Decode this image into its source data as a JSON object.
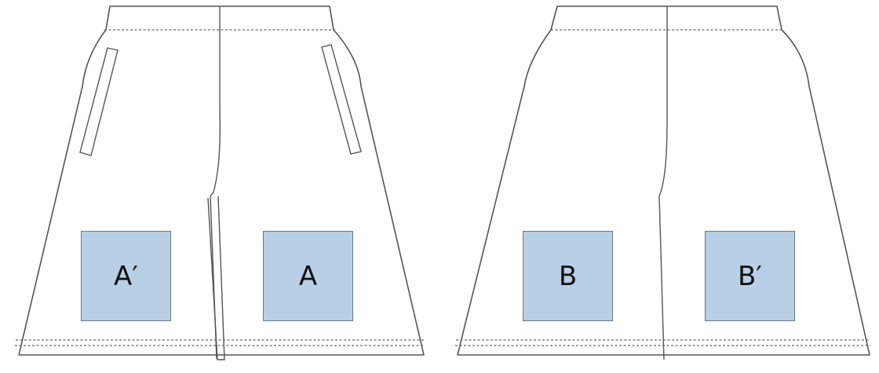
{
  "colors": {
    "outline": "#555555",
    "label_fill": "#b8cfe6",
    "background": "#ffffff"
  },
  "views": {
    "front": {
      "labels": [
        "A′",
        "A"
      ]
    },
    "back": {
      "labels": [
        "B",
        "B′"
      ]
    }
  }
}
